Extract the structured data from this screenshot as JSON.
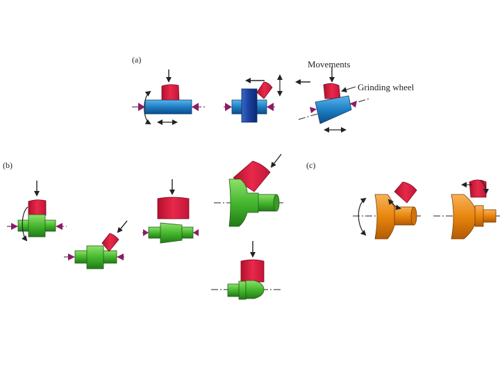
{
  "labels": {
    "a": "(a)",
    "b": "(b)",
    "c": "(c)",
    "movements": "Movements",
    "grinding_wheel": "Grinding   wheel"
  },
  "colors": {
    "wheel": "#d61f3d",
    "part_a": "#1e7fc4",
    "part_b": "#45b82f",
    "part_c": "#e8860c",
    "center": "#8e1a66",
    "line": "#222222"
  }
}
